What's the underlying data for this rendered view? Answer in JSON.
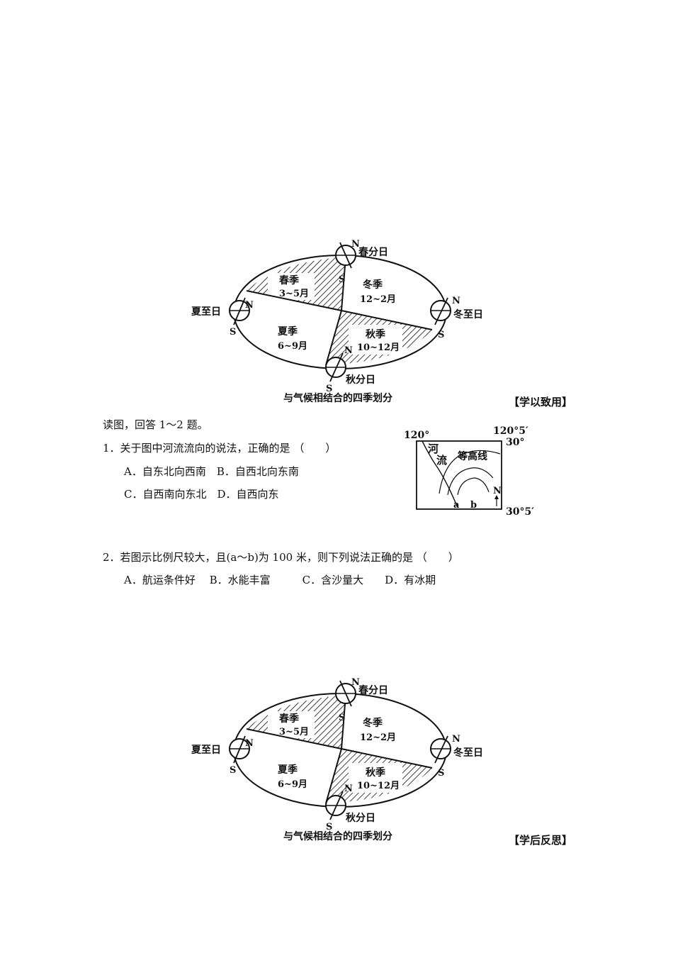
{
  "diagram": {
    "caption": "与气候相结合的四季划分",
    "labels": {
      "spring_equinox": "春分日",
      "summer_solstice": "夏至日",
      "autumn_equinox": "秋分日",
      "winter_solstice": "冬至日",
      "spring_name": "春季",
      "spring_months": "3~5月",
      "winter_name": "冬季",
      "winter_months": "12~2月",
      "summer_name": "夏季",
      "summer_months": "6~9月",
      "autumn_name": "秋季",
      "autumn_months": "10~12月",
      "north": "N",
      "south": "S"
    }
  },
  "section1": {
    "heading": "【学以致用】"
  },
  "instruction": "读图，回答 1～2 题。",
  "q1": {
    "stem": "1．关于图中河流流向的说法，正确的是 （　　）",
    "line1": "A．自东北向西南　B．自西北向东南",
    "line2": "C．自西南向东北　D．自西向东"
  },
  "map": {
    "lon_left": "120°",
    "lon_right": "120°5′",
    "lat_top": "30°",
    "lat_bottom": "30°5′",
    "river_char1": "河",
    "river_char2": "流",
    "contour_label": "等高线",
    "point_a": "a",
    "point_b": "b",
    "north": "N"
  },
  "q2": {
    "stem": "2．若图示比例尺较大，且(a～b)为 100 米，则下列说法正确的是 （　　）",
    "options": "A．航运条件好　 B．水能丰富　　　C．含沙量大　　D．有冰期"
  },
  "section2": {
    "heading": "【学后反思】"
  }
}
